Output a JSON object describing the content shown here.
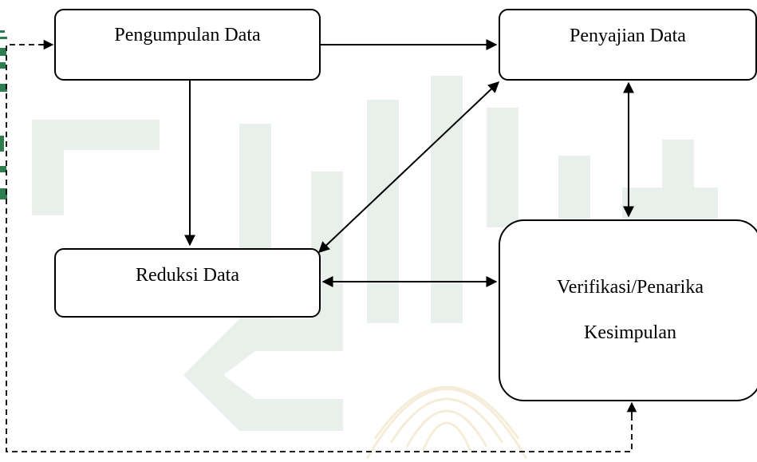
{
  "colors": {
    "stroke": "#000000",
    "watermark_green": "#7fa889",
    "watermark_gold": "#f3ead2",
    "margin_text": "#2e7d4f"
  },
  "boxes": {
    "pengumpulan": "Pengumpulan Data",
    "penyajian": "Penyajian Data",
    "reduksi": "Reduksi Data",
    "verifikasi_line1": "Verifikasi/Penarika",
    "verifikasi_line2": "Kesimpulan"
  },
  "connections": [
    {
      "from": "pengumpulan",
      "to": "penyajian",
      "style": "arrow"
    },
    {
      "from": "pengumpulan",
      "to": "reduksi",
      "style": "arrow"
    },
    {
      "from": "reduksi",
      "to": "penyajian",
      "style": "double-arrow"
    },
    {
      "from": "reduksi",
      "to": "verifikasi",
      "style": "double-arrow"
    },
    {
      "from": "penyajian",
      "to": "verifikasi",
      "style": "double-arrow"
    },
    {
      "from": "verifikasi",
      "to": "pengumpulan",
      "style": "dashed-arrow"
    }
  ],
  "icons": {
    "watermark": "uin-logo-watermark-icon",
    "margin_marks": "margin-text-fragment-icon"
  }
}
